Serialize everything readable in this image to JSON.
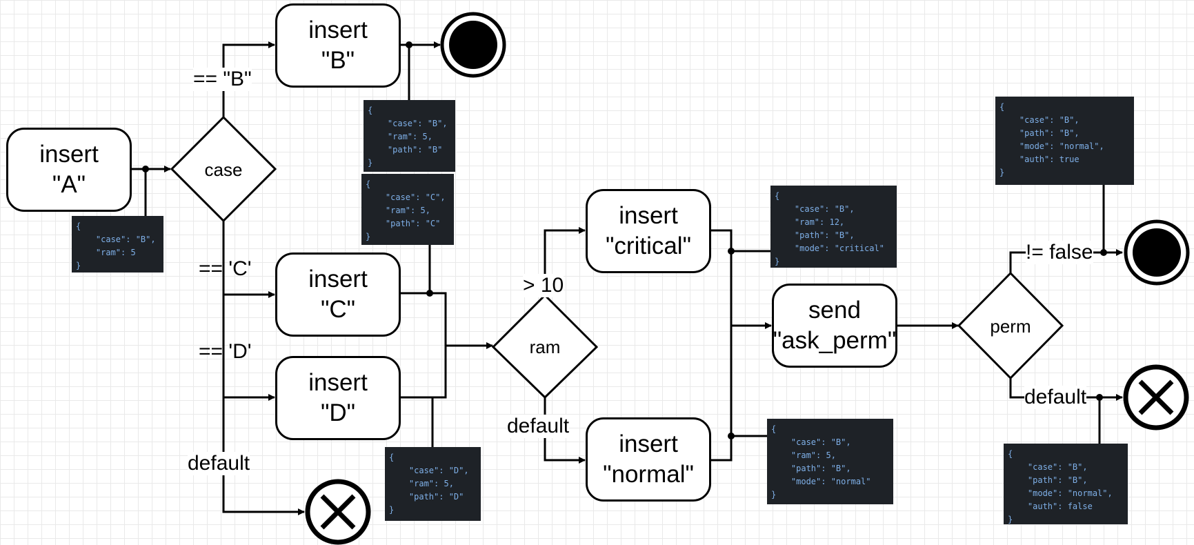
{
  "nodes": {
    "insert_a": [
      "insert",
      "\"A\""
    ],
    "insert_b": [
      "insert",
      "\"B\""
    ],
    "insert_c": [
      "insert",
      "\"C\""
    ],
    "insert_d": [
      "insert",
      "\"D\""
    ],
    "insert_critical": [
      "insert",
      "\"critical\""
    ],
    "insert_normal": [
      "insert",
      "\"normal\""
    ],
    "send_ask_perm": [
      "send",
      "\"ask_perm\""
    ]
  },
  "decisions": {
    "case": "case",
    "ram": "ram",
    "perm": "perm"
  },
  "edge_labels": {
    "eq_b": "== \"B\"",
    "eq_c": "== 'C'",
    "eq_d": "== 'D'",
    "default_case": "default",
    "gt_10": "> 10",
    "default_ram": "default",
    "ne_false": "!= false",
    "default_perm": "default"
  },
  "json_boxes": {
    "a": "{\n    \"case\": \"B\",\n    \"ram\": 5\n}",
    "b": "{\n    \"case\": \"B\",\n    \"ram\": 5,\n    \"path\": \"B\"\n}",
    "c": "{\n    \"case\": \"C\",\n    \"ram\": 5,\n    \"path\": \"C\"\n}",
    "d": "{\n    \"case\": \"D\",\n    \"ram\": 5,\n    \"path\": \"D\"\n}",
    "critical": "{\n    \"case\": \"B\",\n    \"ram\": 12,\n    \"path\": \"B\",\n    \"mode\": \"critical\"\n}",
    "normal": "{\n    \"case\": \"B\",\n    \"ram\": 5,\n    \"path\": \"B\",\n    \"mode\": \"normal\"\n}",
    "auth_true": "{\n    \"case\": \"B\",\n    \"path\": \"B\",\n    \"mode\": \"normal\",\n    \"auth\": true\n}",
    "auth_false": "{\n    \"case\": \"B\",\n    \"path\": \"B\",\n    \"mode\": \"normal\",\n    \"auth\": false\n}"
  },
  "colors": {
    "line": "#000000",
    "json_bg": "#1e2227",
    "json_text": "#7fb0e8",
    "grid": "#e9e9e9"
  }
}
